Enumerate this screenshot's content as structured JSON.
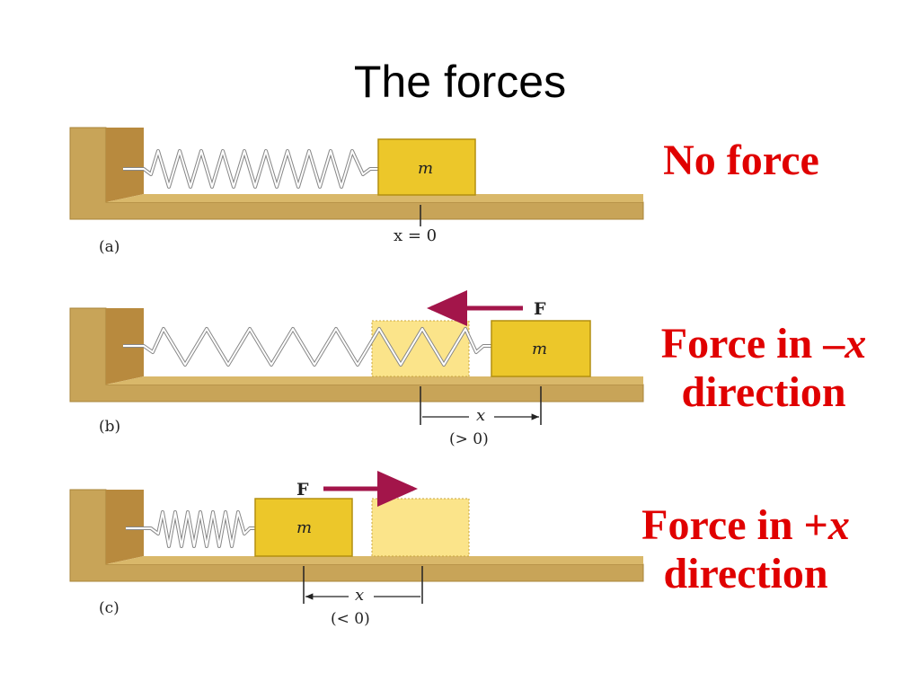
{
  "title": "The forces",
  "colors": {
    "ground": "#c8a458",
    "ground_edge": "#a9843a",
    "wall_face": "#b88a3e",
    "block": "#ecc72a",
    "block_edge": "#b38f10",
    "block_ghost": "#fbe48a",
    "arrow": "#a3154a",
    "caption": "#e00000"
  },
  "panels": [
    {
      "id": "a",
      "tag": "(a)",
      "block_label": "m",
      "position_label": "x = 0",
      "caption": {
        "text": "No force",
        "line2": ""
      }
    },
    {
      "id": "b",
      "tag": "(b)",
      "block_label": "m",
      "force_label": "F",
      "force_direction": "left",
      "disp_symbol": "x",
      "disp_sign": "(> 0)",
      "caption": {
        "line1_prefix": "Force in –",
        "line1_var": "x",
        "line2": "direction"
      }
    },
    {
      "id": "c",
      "tag": "(c)",
      "block_label": "m",
      "force_label": "F",
      "force_direction": "right",
      "disp_symbol": "x",
      "disp_sign": "(< 0)",
      "caption": {
        "line1_prefix": "Force in +",
        "line1_var": "x",
        "line2": "direction"
      }
    }
  ]
}
